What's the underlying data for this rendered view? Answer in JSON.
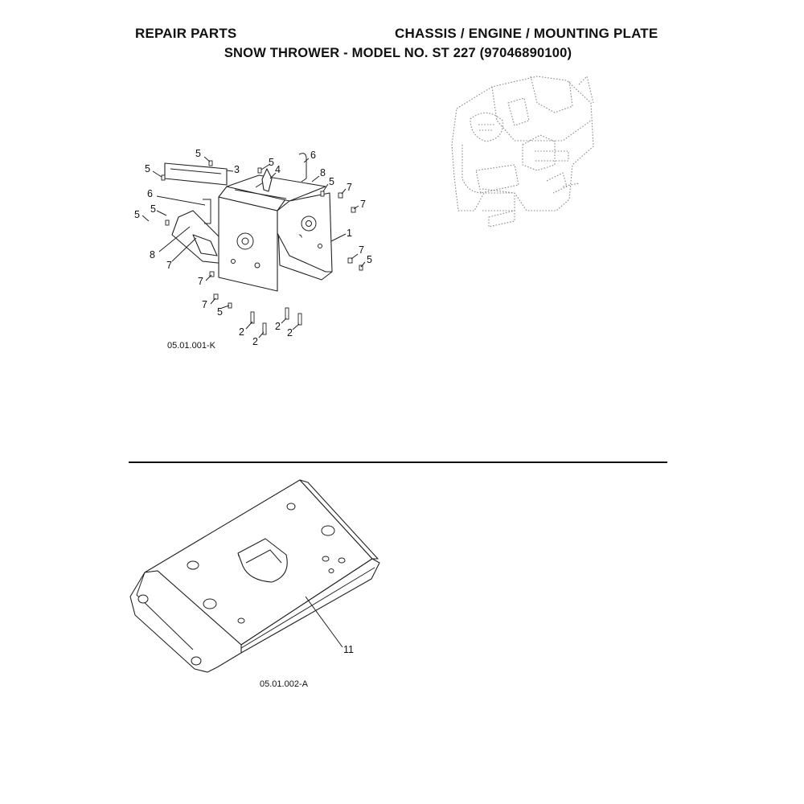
{
  "header": {
    "left_title": "REPAIR PARTS",
    "right_title": "CHASSIS / ENGINE / MOUNTING PLATE",
    "subtitle": "SNOW THROWER - MODEL NO. ST 227 (97046890100)"
  },
  "diagram1": {
    "reference": "05.01.001-K",
    "callouts": [
      "5",
      "5",
      "3",
      "5",
      "4",
      "6",
      "6",
      "8",
      "5",
      "7",
      "5",
      "5",
      "7",
      "1",
      "8",
      "7",
      "7",
      "5",
      "7",
      "7",
      "5",
      "2",
      "2",
      "2",
      "2"
    ]
  },
  "diagram2": {
    "reference": "05.01.002-A",
    "callouts": [
      "11"
    ]
  },
  "colors": {
    "ink": "#222222",
    "ghost": "#8a8a8a",
    "paper": "#ffffff"
  }
}
